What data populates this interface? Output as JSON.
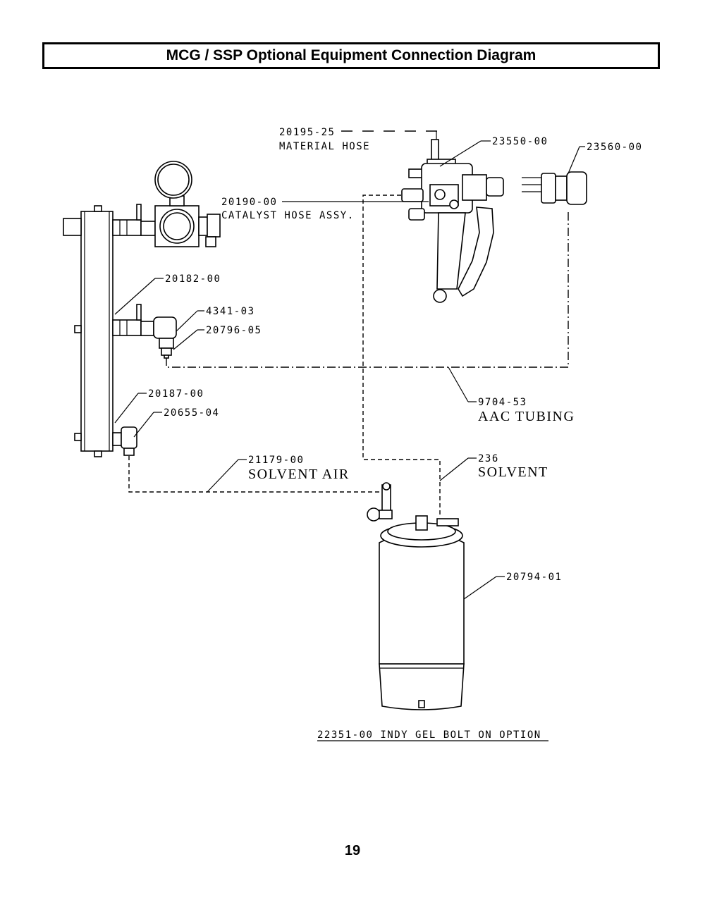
{
  "title": "MCG / SSP Optional Equipment Connection Diagram",
  "page_number": "19",
  "labels": {
    "material_hose_num": "20195-25",
    "material_hose_text": "MATERIAL HOSE",
    "gun": "23550-00",
    "nozzle": "23560-00",
    "catalyst_num": "20190-00",
    "catalyst_text": "CATALYST HOSE ASSY.",
    "manifold": "20182-00",
    "elbow": "4341-03",
    "fitting_a": "20796-05",
    "manifold_lower": "20187-00",
    "fitting_b": "20655-04",
    "aac_num": "9704-53",
    "aac_text": "AAC TUBING",
    "solvent_air_num": "21179-00",
    "solvent_air_text": "SOLVENT AIR",
    "solvent_num": "236",
    "solvent_text": "SOLVENT",
    "tank": "20794-01",
    "option_caption": "22351-00 INDY GEL BOLT ON OPTION"
  }
}
